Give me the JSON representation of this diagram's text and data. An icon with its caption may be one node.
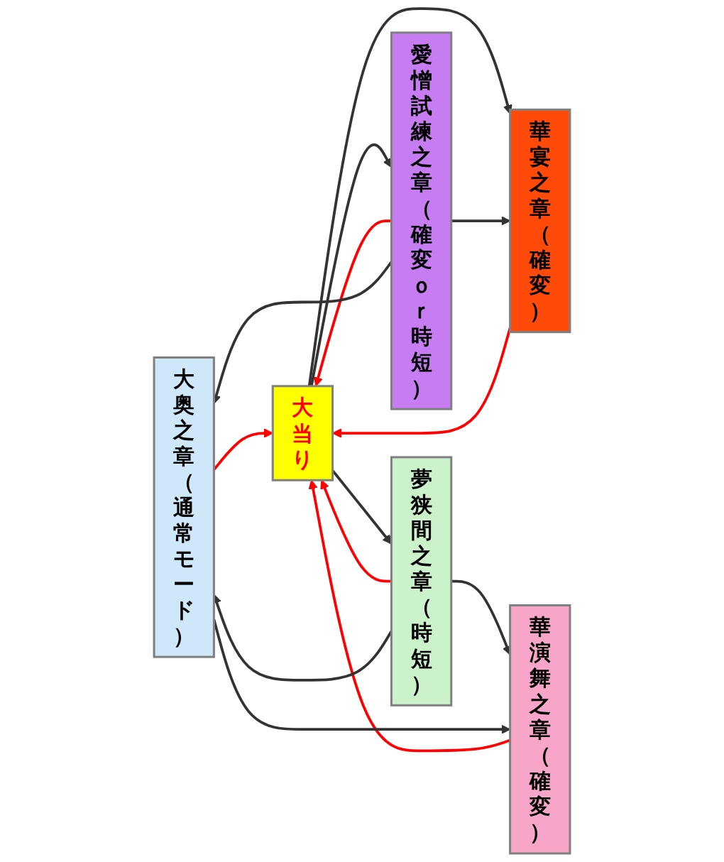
{
  "diagram": {
    "nodes": [
      {
        "text": [
          "大奥之章（通常モード）"
        ]
      },
      {
        "text": [
          "大当り"
        ]
      },
      {
        "text": [
          "華演舞之章（確変）"
        ]
      },
      {
        "text": [
          "夢狭間之章（時短）"
        ]
      },
      {
        "text": [
          "愛憎試練之章（確変ｏｒ時短）"
        ]
      },
      {
        "text": [
          "華宴之章（確変）"
        ]
      }
    ],
    "edges": [
      {
        "from": 5,
        "to": 1,
        "arrow": "to",
        "color": "#ff0000"
      },
      {
        "from": 1,
        "to": 5,
        "arrow": "to"
      },
      {
        "from": 4,
        "to": 1,
        "arrow": "to",
        "color": "#ff0000"
      },
      {
        "from": 1,
        "to": 4,
        "arrow": "to"
      },
      {
        "from": 3,
        "to": 1,
        "arrow": "to",
        "color": "#ff0000"
      },
      {
        "from": 1,
        "to": 3,
        "arrow": "to"
      },
      {
        "from": 0,
        "to": 1,
        "arrow": "to",
        "color": "#ff0000"
      },
      {
        "from": 2,
        "to": 1,
        "arrow": "to",
        "color": "#ff0000"
      },
      {
        "from": 3,
        "to": 2,
        "arrow": "to"
      },
      {
        "from": 4,
        "to": 5,
        "arrow": "to"
      },
      {
        "from": 0,
        "to": 2,
        "arrow": "to"
      },
      {
        "from": 3,
        "to": 0,
        "arrow": "to"
      },
      {
        "from": 4,
        "to": 0,
        "arrow": "to"
      }
    ]
  }
}
